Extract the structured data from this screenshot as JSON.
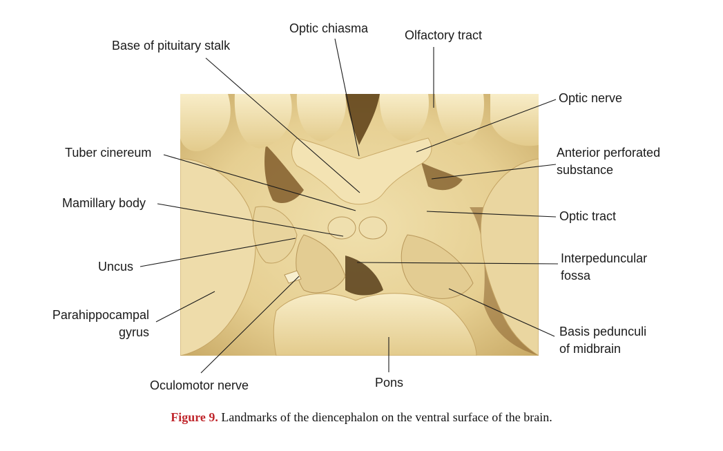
{
  "labels": {
    "optic_chiasma": "Optic chiasma",
    "olfactory_tract": "Olfactory tract",
    "base_pituitary_stalk": "Base of pituitary stalk",
    "optic_nerve": "Optic nerve",
    "tuber_cinereum": "Tuber cinereum",
    "anterior_perforated_1": "Anterior perforated",
    "anterior_perforated_2": "substance",
    "mamillary_body": "Mamillary body",
    "optic_tract": "Optic tract",
    "uncus": "Uncus",
    "interpeduncular_1": "Interpeduncular",
    "interpeduncular_2": "fossa",
    "parahippocampal_1": "Parahippocampal",
    "parahippocampal_2": "gyrus",
    "basis_pedunculi_1": "Basis pedunculi",
    "basis_pedunculi_2": "of midbrain",
    "oculomotor_nerve": "Oculomotor nerve",
    "pons": "Pons"
  },
  "caption": {
    "figure_label": "Figure 9.",
    "text": " Landmarks of the diencephalon on the ventral surface of the brain."
  },
  "colors": {
    "tissue_base": "#e9d49a",
    "tissue_light": "#f6e9bf",
    "tissue_shadow": "#6b4a1c",
    "caption_accent": "#c0272d"
  }
}
